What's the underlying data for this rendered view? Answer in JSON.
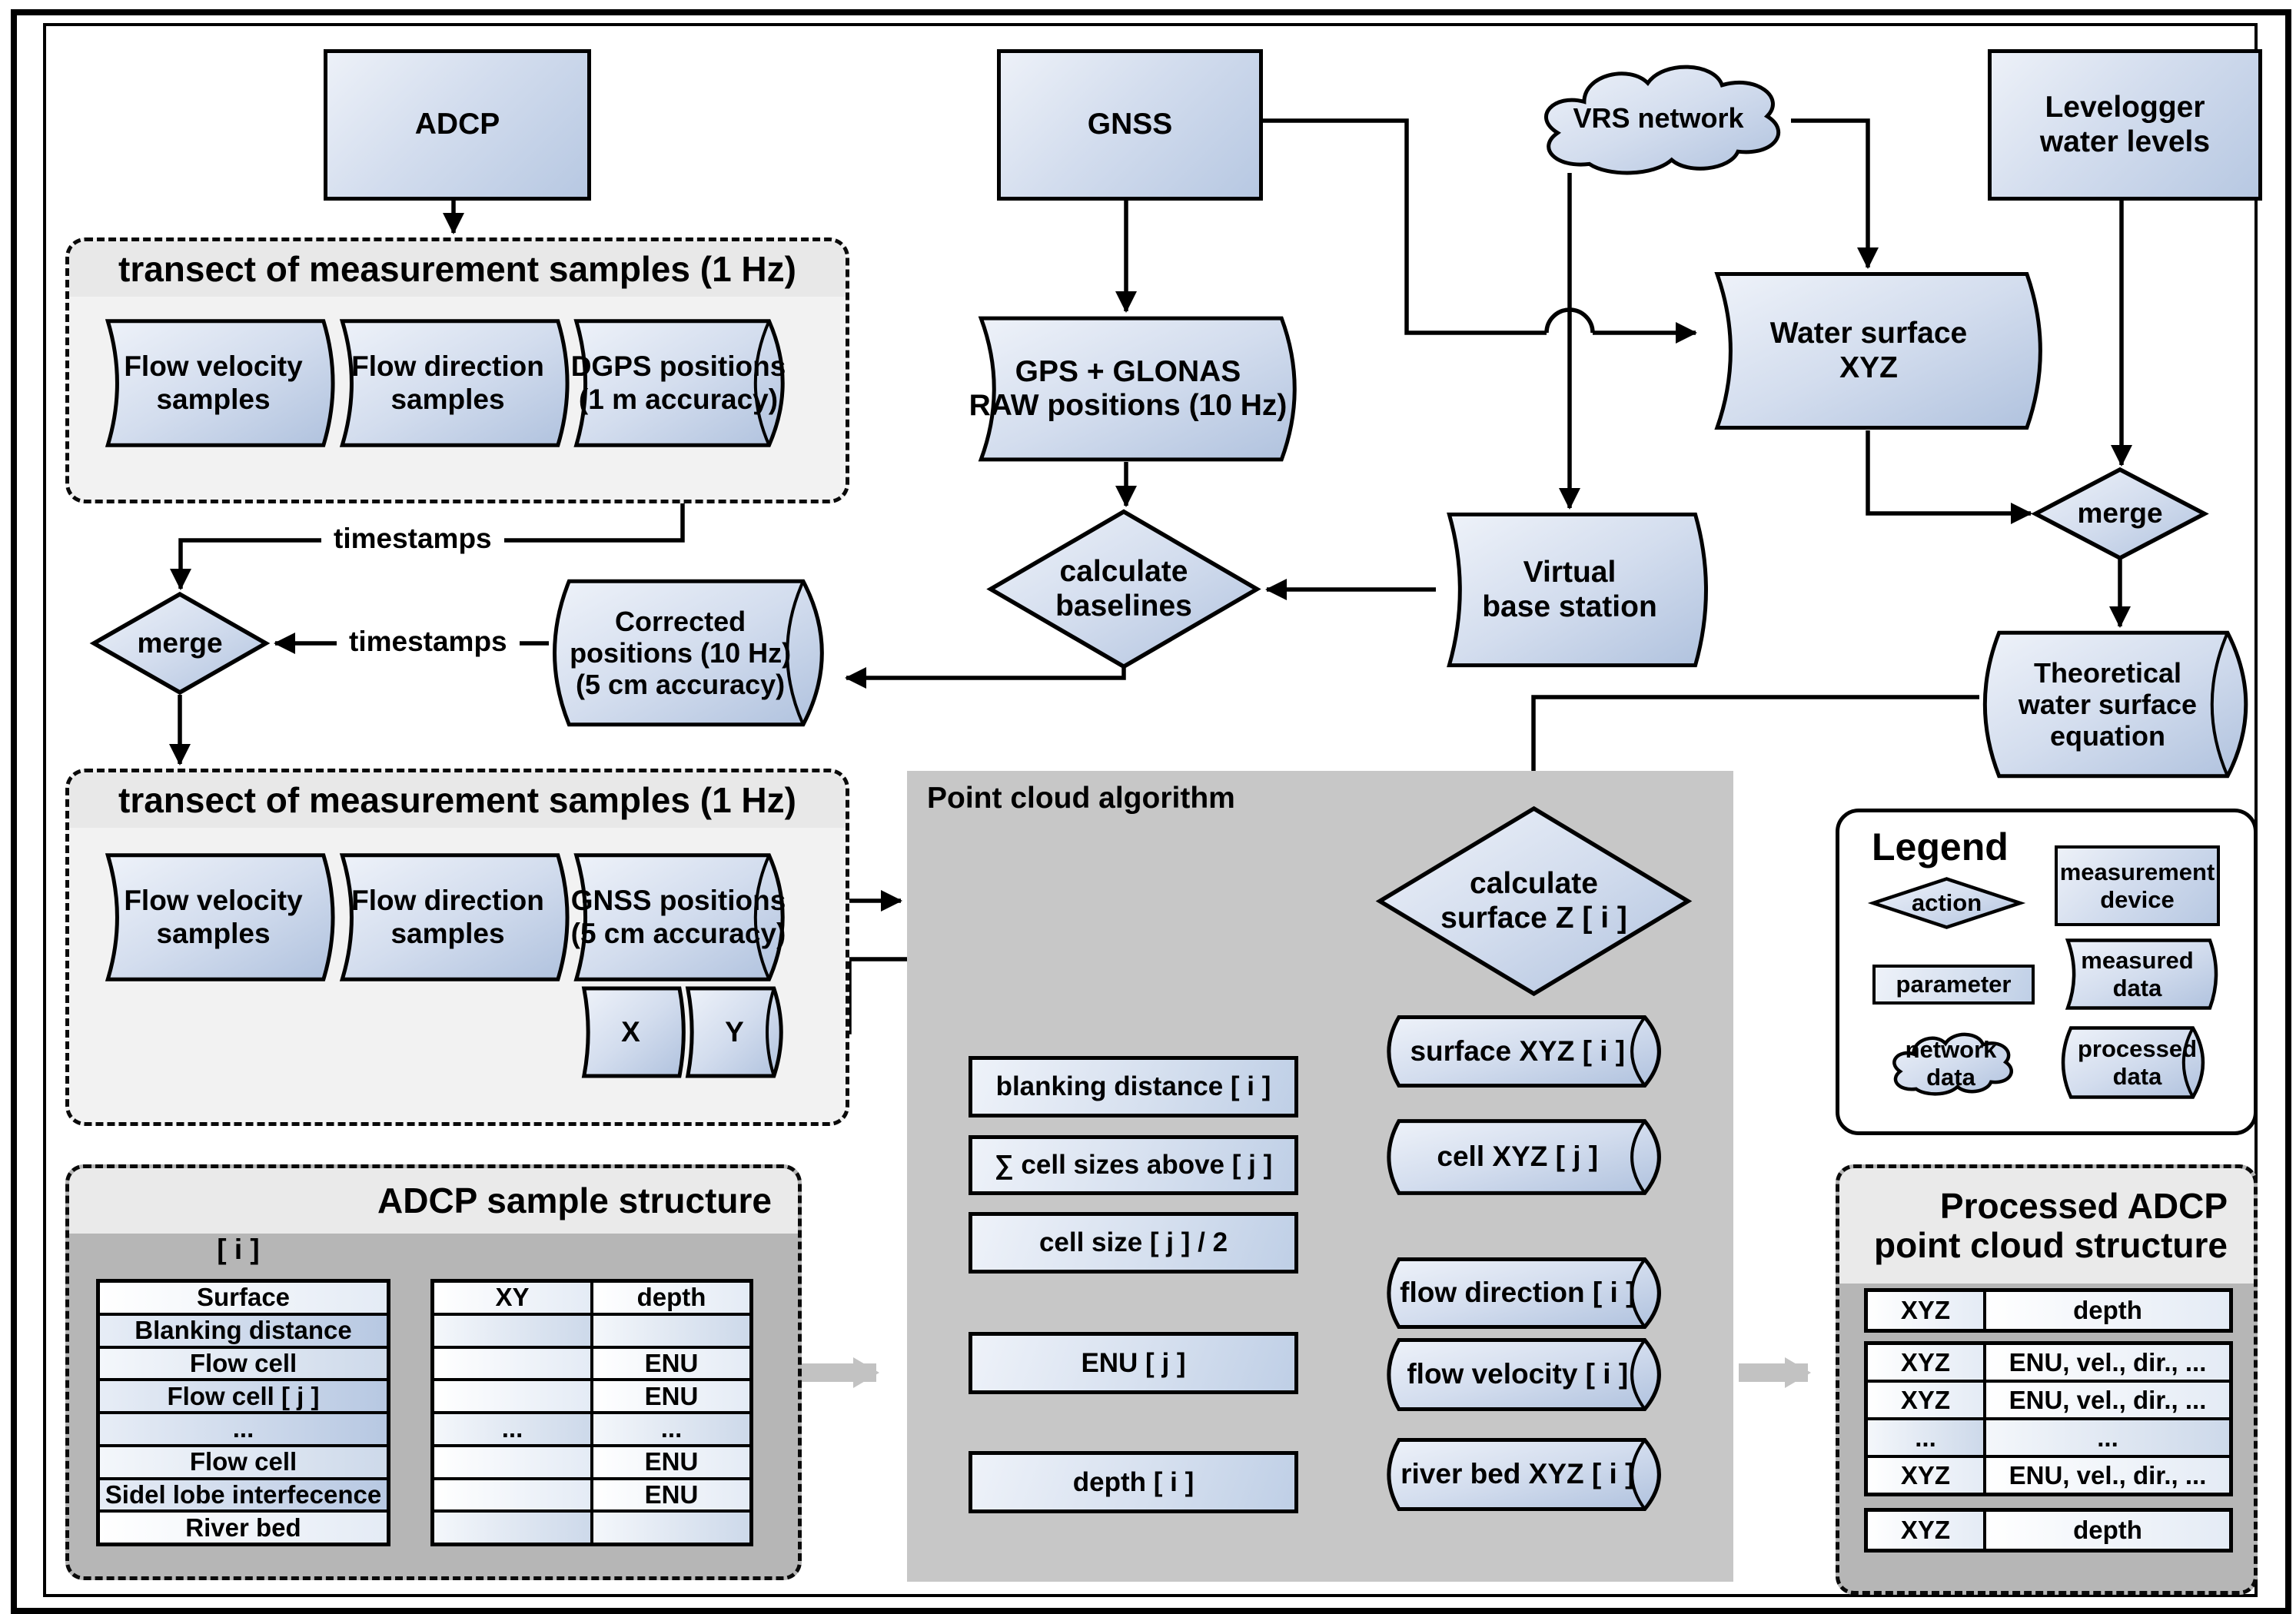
{
  "nodes": {
    "adcp": "ADCP",
    "gnss": "GNSS",
    "vrs_network": "VRS network",
    "levelogger": "Levelogger\nwater levels",
    "gps_glonas": "GPS + GLONAS\nRAW positions (10 Hz)",
    "water_surface": "Water surface\nXYZ",
    "calculate_baselines": "calculate\nbaselines",
    "virtual_base_station": "Virtual\nbase station",
    "merge_top": "merge",
    "merge_left": "merge",
    "corrected_positions": "Corrected\npositions (10 Hz)\n(5 cm accuracy)",
    "theoretical_water": "Theoretical\nwater surface\nequation",
    "calculate_surface_z": "calculate\nsurface Z [ i ]",
    "surface_xyz": "surface XYZ [ i ]",
    "cell_xyz": "cell XYZ [ j ]",
    "flow_direction": "flow direction [ i ]",
    "flow_velocity": "flow velocity [ i ]",
    "river_bed": "river bed XYZ [ i ]"
  },
  "parameters": {
    "blanking": "blanking distance [ i ]",
    "sum_cells": "∑ cell sizes above [ j ]",
    "cell_size": "cell size [ j ] / 2",
    "enu": "ENU [ j ]",
    "depth": "depth [ i ]"
  },
  "edge_labels": {
    "timestamps_top": "timestamps",
    "timestamps_left": "timestamps"
  },
  "transect1": {
    "title": "transect of measurement samples (1 Hz)",
    "segments": [
      "Flow velocity\nsamples",
      "Flow direction\nsamples",
      "DGPS positions\n(1 m accuracy)"
    ]
  },
  "transect2": {
    "title": "transect of measurement samples (1 Hz)",
    "segments": [
      "Flow velocity\nsamples",
      "Flow direction\nsamples",
      "GNSS positions\n(5 cm accuracy)"
    ],
    "x": "X",
    "y": "Y"
  },
  "point_cloud_algorithm": {
    "title": "Point cloud algorithm"
  },
  "legend": {
    "title": "Legend",
    "action": "action",
    "measurement_device": "measurement\ndevice",
    "parameter": "parameter",
    "measured_data": "measured\ndata",
    "network_data": "network\ndata",
    "processed_data": "processed\ndata"
  },
  "adcp_structure": {
    "title": "ADCP sample structure",
    "index_label": "[ i ]",
    "left_rows": [
      "Surface",
      "Blanking distance",
      "Flow cell",
      "Flow cell [ j ]",
      "...",
      "Flow cell",
      "Sidel lobe interfecence",
      "River bed"
    ],
    "right_header": [
      "XY",
      "depth"
    ],
    "right_rows": [
      [
        "",
        ""
      ],
      [
        "",
        "ENU"
      ],
      [
        "",
        "ENU"
      ],
      [
        "...",
        "..."
      ],
      [
        "",
        "ENU"
      ],
      [
        "",
        "ENU"
      ],
      [
        "",
        ""
      ]
    ]
  },
  "processed_structure": {
    "title": "Processed ADCP\npoint cloud structure",
    "surface_table": [
      "XYZ",
      "depth"
    ],
    "cloud_rows": [
      [
        "XYZ",
        "ENU, vel., dir., ..."
      ],
      [
        "XYZ",
        "ENU, vel., dir., ..."
      ],
      [
        "...",
        "..."
      ],
      [
        "XYZ",
        "ENU, vel., dir., ..."
      ]
    ],
    "bed_table": [
      "XYZ",
      "depth"
    ]
  },
  "colors": {
    "shape_fill_light": "#edf1f8",
    "shape_fill_dark": "#b7c8e2",
    "algorithm_panel_gray": "#c7c7c7",
    "structure_panel_gray": "#b6b6b6",
    "title_band_gray": "#e8e8e8",
    "transect_bg": "#f2f2f2",
    "thick_arrow_gray": "#c2c2c2",
    "stroke": "#000000"
  }
}
